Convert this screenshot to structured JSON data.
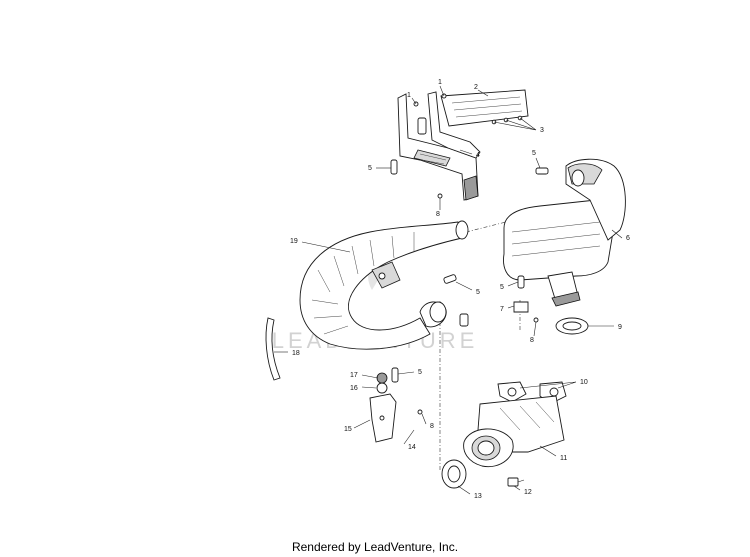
{
  "callouts": {
    "c1a": "1",
    "c1b": "1",
    "c2": "2",
    "c3": "3",
    "c4": "4",
    "c5a": "5",
    "c5b": "5",
    "c5c": "5",
    "c5d": "5",
    "c5e": "5",
    "c6": "6",
    "c7": "7",
    "c8a": "8",
    "c8b": "8",
    "c8c": "8",
    "c9": "9",
    "c10": "10",
    "c11": "11",
    "c12": "12",
    "c13": "13",
    "c14": "14",
    "c15": "15",
    "c16": "16",
    "c17": "17",
    "c18": "18",
    "c19": "19"
  },
  "watermark": {
    "text": "LEADVENTURE"
  },
  "footer": {
    "text": "Rendered by LeadVenture, Inc."
  },
  "colors": {
    "ink": "#1a1a1a",
    "watermark": "#cfcfcf",
    "background": "#ffffff"
  }
}
